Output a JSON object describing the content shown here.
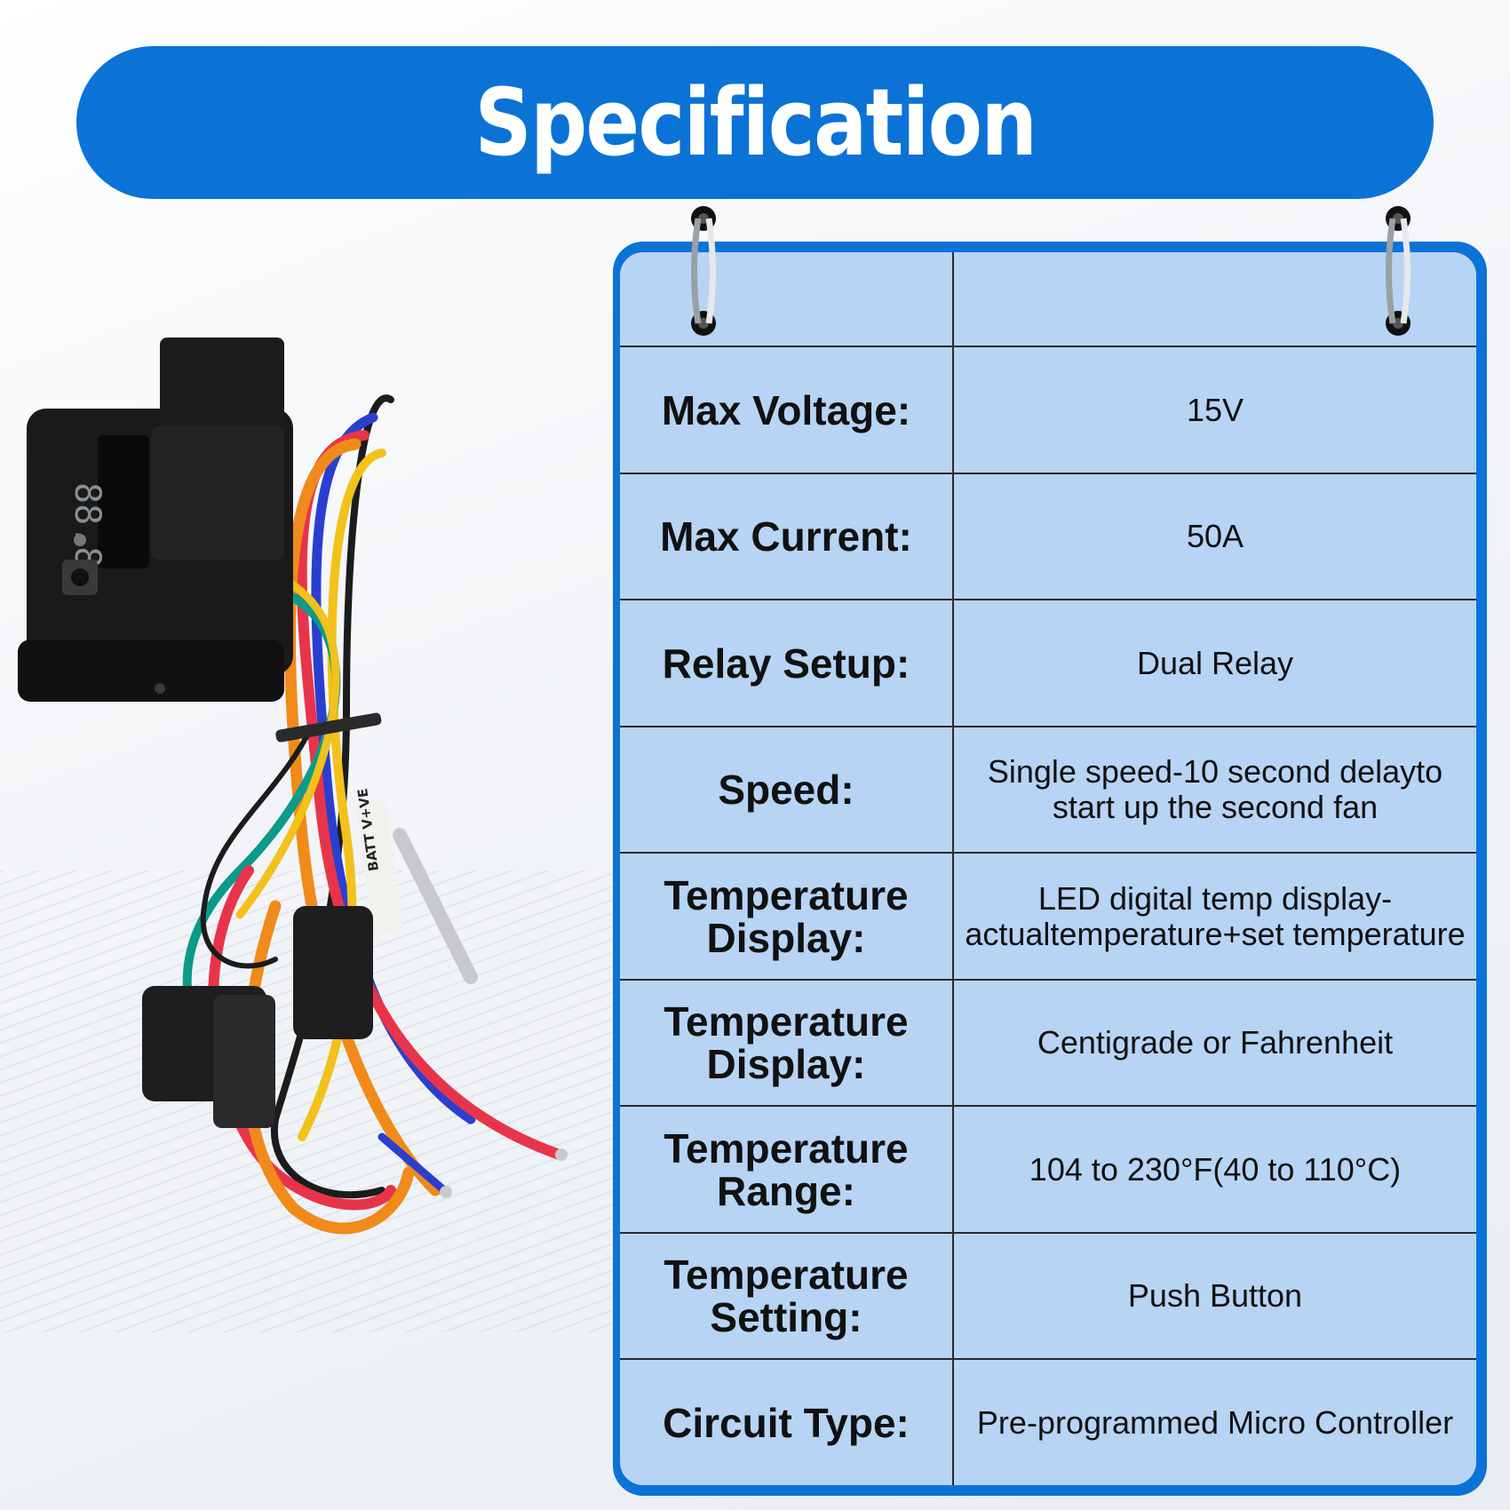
{
  "banner": {
    "title": "Specification"
  },
  "specs": [
    {
      "label": "Max Voltage:",
      "value": "15V"
    },
    {
      "label": "Max Current:",
      "value": "50A"
    },
    {
      "label": "Relay Setup:",
      "value": "Dual Relay"
    },
    {
      "label": "Speed:",
      "value": "Single speed-10 second delayto start up the second fan"
    },
    {
      "label": "Temperature Display:",
      "value": "LED digital temp display-actualtemperature+set temperature"
    },
    {
      "label": "Temperature Display:",
      "value": "Centigrade or Fahrenheit"
    },
    {
      "label": "Temperature Range:",
      "value": "104 to 230°F(40 to 110°C)"
    },
    {
      "label": "Temperature Setting:",
      "value": "Push Button"
    },
    {
      "label": "Circuit Type:",
      "value": "Pre-programmed Micro Controller"
    }
  ],
  "product_image": {
    "display_digits": "88.8",
    "wire_label": "BATT V+VE",
    "wire_colors": [
      "#f08a1a",
      "#e8344a",
      "#2b3fcf",
      "#f2c21a",
      "#0c9a8a",
      "#1c1c1c"
    ]
  },
  "colors": {
    "accent": "#0b73d6",
    "table_fill": "#b7d4f4"
  }
}
